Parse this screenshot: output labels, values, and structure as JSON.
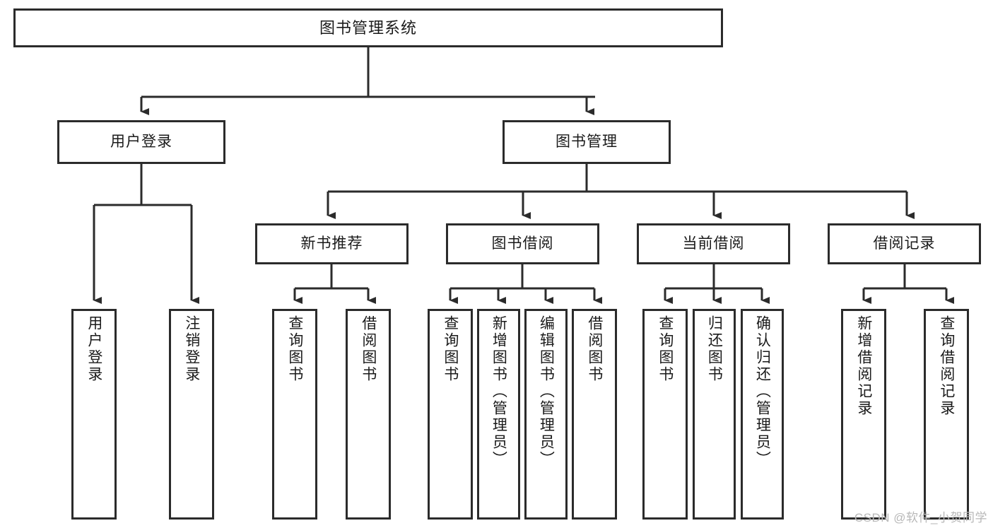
{
  "diagram": {
    "title": "图书管理系统",
    "type": "tree-hierarchy-chart",
    "watermark": "CSDN @软件_小贺同学",
    "colors": {
      "box_border": "#2b2b2b",
      "box_fill": "#ffffff",
      "connector": "#2b2b2b",
      "text": "#1a1a1a",
      "watermark": "#b8b8b8",
      "background": "#ffffff"
    }
  },
  "nodes": {
    "root": {
      "label": "图书管理系统"
    },
    "level2": [
      {
        "id": "user-login",
        "label": "用户登录"
      },
      {
        "id": "book-management",
        "label": "图书管理"
      }
    ],
    "level3": [
      {
        "id": "new-book-recommend",
        "label": "新书推荐"
      },
      {
        "id": "book-borrow",
        "label": "图书借阅"
      },
      {
        "id": "current-borrow",
        "label": "当前借阅"
      },
      {
        "id": "borrow-record",
        "label": "借阅记录"
      }
    ],
    "leaves": [
      {
        "id": "leaf-user-login",
        "label": "用户登录",
        "parent": "user-login"
      },
      {
        "id": "leaf-logout-login",
        "label": "注销登录",
        "parent": "user-login"
      },
      {
        "id": "leaf-query-book-1",
        "label": "查询图书",
        "parent": "new-book-recommend"
      },
      {
        "id": "leaf-borrow-book-1",
        "label": "借阅图书",
        "parent": "new-book-recommend"
      },
      {
        "id": "leaf-query-book-2",
        "label": "查询图书",
        "parent": "book-borrow"
      },
      {
        "id": "leaf-add-book",
        "label": "新增图书（管理员）",
        "parent": "book-borrow"
      },
      {
        "id": "leaf-edit-book",
        "label": "编辑图书（管理员）",
        "parent": "book-borrow"
      },
      {
        "id": "leaf-borrow-book-2",
        "label": "借阅图书",
        "parent": "book-borrow"
      },
      {
        "id": "leaf-query-book-3",
        "label": "查询图书",
        "parent": "current-borrow"
      },
      {
        "id": "leaf-return-book",
        "label": "归还图书",
        "parent": "current-borrow"
      },
      {
        "id": "leaf-confirm-return",
        "label": "确认归还（管理员）",
        "parent": "current-borrow"
      },
      {
        "id": "leaf-add-record",
        "label": "新增借阅记录",
        "parent": "borrow-record"
      },
      {
        "id": "leaf-query-record",
        "label": "查询借阅记录",
        "parent": "borrow-record"
      }
    ]
  }
}
